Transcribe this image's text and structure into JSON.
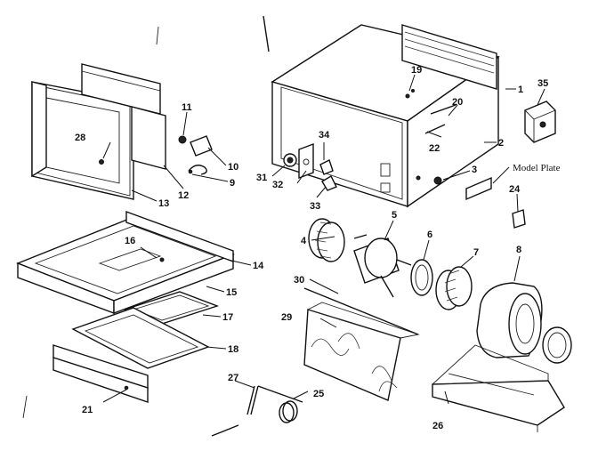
{
  "callouts": {
    "c1": "1",
    "c2": "2",
    "c3": "3",
    "c4": "4",
    "c5": "5",
    "c6": "6",
    "c7": "7",
    "c8": "8",
    "c9": "9",
    "c10": "10",
    "c11": "11",
    "c12": "12",
    "c13": "13",
    "c14": "14",
    "c15": "15",
    "c16": "16",
    "c17": "17",
    "c18": "18",
    "c19": "19",
    "c20": "20",
    "c21": "21",
    "c22": "22",
    "c24": "24",
    "c25": "25",
    "c26": "26",
    "c27": "27",
    "c28": "28",
    "c29": "29",
    "c30": "30",
    "c31": "31",
    "c32": "32",
    "c33": "33",
    "c34": "34",
    "c35": "35"
  },
  "model_plate_label": "Model Plate"
}
